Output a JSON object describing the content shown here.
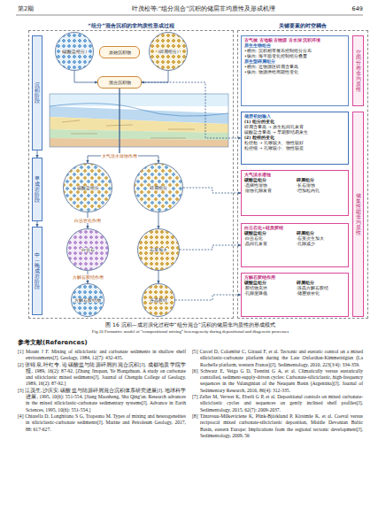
{
  "diagram": {
    "caption": "图 16 沉积—成岩演化过程中“组分混合”沉积的储层非均质性的形成模式",
    "nodes": [
      {
        "text": [
          "“组分”混合沉积的非均质性形成过程"
        ]
      },
      {
        "text": [
          "关键要素的时空耦合"
        ]
      },
      {
        "text": [
          "沉积阶段"
        ],
        "in": 0
      },
      {
        "text": [
          "早成岩阶段"
        ],
        "in": 0
      },
      {
        "text": [
          "中—晚成岩阶段"
        ],
        "in": 0
      },
      {
        "text": [
          "原始沉积物"
        ],
        "in": 0
      },
      {
        "text": [
          "(碳酸盐组分)"
        ],
        "in": 0
      },
      {
        "text": [
          "(碎屑组分)"
        ],
        "in": 0
      },
      {
        "text": [
          "混合沉积物"
        ],
        "in": 0
      },
      {
        "text": [
          "碳酸盐组分"
        ],
        "in": 0
      },
      {
        "text": [
          "碎屑组分"
        ],
        "in": 0
      },
      {
        "text": [
          "白云石"
        ],
        "in": 0
      },
      {
        "text": [
          "石英加大"
        ],
        "in": 0
      },
      {
        "text": [
          "方解石胶结物"
        ],
        "in": 0
      },
      {
        "text": [
          "连晶胶结"
        ],
        "in": 0
      },
      {
        "text": [
          "古气候 古地貌 古物源 古水深 沉积环境",
          "原生生物组合",
          "•横向: 沉积相带展布控制组分分布",
          "•纵向: 海平面变化控制组分叠置",
          "原生型碎屑组分",
          "•横向: 近物源区碎屑含量高",
          "•纵向: 物源供给周期性变化"
        ],
        "in": 1
      },
      {
        "text": [
          "储层初始输入",
          "(1) 组分的变化",
          "碎屑含量高 → 原生粒间孔发育",
          "碳酸盐含量高 → 早期胶结易发生",
          "(2) 粒径的变化",
          "粒径粗 → 孔喉较大、物性较好",
          "粒径细 → 孔喉较小、物性较差"
        ],
        "in": 1
      },
      {
        "text": [
          "大气淡水溶蚀",
          "碳酸盐组分",
          "·选择性溶蚀",
          "·溶蚀孔隙发育",
          "碎屑组分",
          "·长石溶蚀",
          "·增加粒内孔"
        ],
        "in": 1
      },
      {
        "text": [
          "白云石化+硅质胶结",
          "碳酸盐组分",
          "·白云石化",
          "·晶间孔发育",
          "碎屑组分",
          "·石英次生加大",
          "·孔隙减少"
        ],
        "in": 1
      },
      {
        "text": [
          "方解石胶结作用",
          "碳酸盐组分",
          "·胶结物充填",
          "·孔隙度降低",
          "碎屑组分",
          "·连晶方解石胶结",
          "·储层致密化"
        ],
        "in": 1
      },
      {
        "text": [
          "空间分布非均质性"
        ],
        "in": 1
      },
      {
        "text": [
          "储集性能非均质性"
        ],
        "in": 1
      }
    ],
    "edges": [
      {
        "from": 2,
        "to": 3,
        "arrow": "to"
      },
      {
        "from": 3,
        "to": 4,
        "arrow": "to"
      },
      {
        "from": 6,
        "to": 8,
        "arrow": "to"
      },
      {
        "from": 7,
        "to": 8,
        "arrow": "to"
      },
      {
        "from": 8,
        "to": 9,
        "label": "大气淡水溶蚀作用",
        "arrow": "to"
      },
      {
        "from": 8,
        "to": 10,
        "arrow": "to"
      },
      {
        "from": 9,
        "to": 11,
        "label": "白云岩化作用",
        "arrow": "to"
      },
      {
        "from": 10,
        "to": 12,
        "arrow": "to"
      },
      {
        "from": 11,
        "to": 13,
        "label": "方解石胶结作用",
        "arrow": "to"
      },
      {
        "from": 12,
        "to": 14,
        "arrow": "to"
      },
      {
        "from": 10,
        "to": 17,
        "arrow": "to"
      },
      {
        "from": 12,
        "to": 18,
        "arrow": "to"
      },
      {
        "from": 14,
        "to": 19,
        "arrow": "to"
      },
      {
        "from": 8,
        "to": 16,
        "arrow": "to"
      }
    ],
    "labels": [
      "第2期",
      "叶茂松等:“组分混合”沉积的储层非均质性及形成机理",
      "649",
      "Fig.16 Formative model of “compositional mixing” heterogeneity during depositional and diagenetic processes",
      "参考文献(References)",
      "[1] Mount J F. Mixing of siliciclastic and carbonate sediments in shallow shelf environments[J]. Geology, 1984, 12(7): 432-435.",
      "[2] 张锦泉,叶红专. 论碳酸盐与陆源碎屑的混合沉积[J]. 成都地质学院学报, 1989, 16(2): 87-92. [Zhang Jinquan, Ye Hongzhuan. A study on carbonate and siliciclastic mixed sediments[J]. Journal of Chengdu College of Geology, 1989, 16(2): 87-92.]",
      "[3] 江茂生,沙庆安. 碳酸盐与陆源碎屑混合沉积体系研究进展[J]. 地球科学进展, 1995, 10(6): 551-554. [Jiang Maosheng, Sha Qing'an. Research advances in the mixed siliciclastic-carbonate sedimentary systems[J]. Advance in Earth Sciences, 1995, 10(6): 551-554.]",
      "[4] Chiarella D, Longhitano S G, Tropeano M. Types of mixing and heterogeneities in siliciclastic-carbonate sediments[J]. Marine and Petroleum Geology, 2017, 88: 617-627.",
      "[5] Carcel D, Colombié C, Giraud F, et al. Tectonic and eustatic control on a mixed siliciclastic-carbonate platform during the Late Oxfordian-Kimmeridgian (La Rochelle platform, western France)[J]. Sedimentology, 2010, 223(3/4): 334-359.",
      "[6] Schwarz E, Veiga G D, Trentini G A, et al. Climatically versus eustatically controlled, sediment-supply-driven cycles: Carbonate-siliciclastic, high-frequency sequences in the Valanginian of the Neuquén Basin (Argentina)[J]. Journal of Sedimentary Research, 2016, 86(4): 312-335.",
      "[7] Zeller M, Verwer K, Eberli G P, et al. Depositional controls on mixed carbonate-siliciclastic cycles and sequences on gently inclined shelf profiles[J]. Sedimentology, 2015, 62(7): 2009-2037.",
      "[8] Tänavsuu-Milkeviciene K, Plink-Björklund P, Kirsimäe K, et al. Coeval versus reciprocal mixed carbonate-siliciclastic deposition, Middle Devonian Baltic Basin, eastern Europe: Implications from the regional tectonic development[J]. Sedimentology, 2009, 56"
    ]
  }
}
